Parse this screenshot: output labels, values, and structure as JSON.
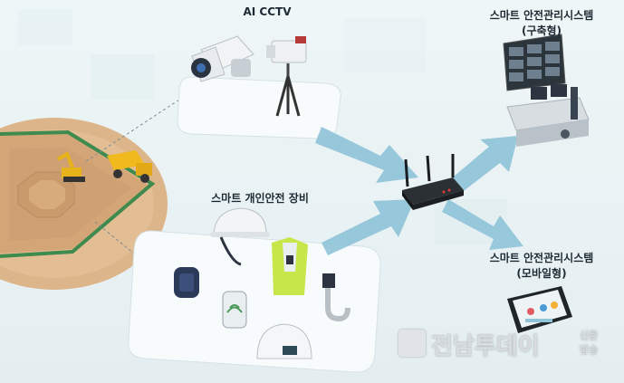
{
  "labels": {
    "cctv": "AI CCTV",
    "wearables": "스마트 개인안전 장비",
    "system_built_line1": "스마트 안전관리시스템",
    "system_built_line2": "(구축형)",
    "system_mobile_line1": "스마트 안전관리시스템",
    "system_mobile_line2": "(모바일형)"
  },
  "watermark": {
    "brand": "전남투데이",
    "sub1": "신문",
    "sub2": "방송"
  },
  "colors": {
    "background": "#eaf3f5",
    "ground": "#dcb48a",
    "fence": "#3f8a4e",
    "arrow": "#8fc3d8",
    "platform": "#f7fbfc",
    "router": "#1f2326"
  }
}
